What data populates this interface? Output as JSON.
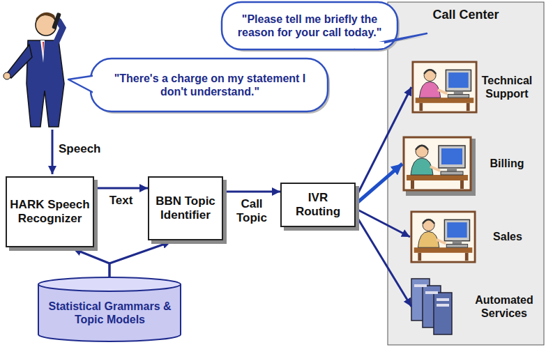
{
  "diagram": {
    "nodes": [
      {
        "text": [
          "\"Please tell me briefly the reason for your call today.\""
        ]
      },
      {
        "text": [
          "\"There's a charge on my statement I don't understand.\""
        ]
      },
      {
        "text": [
          "HARK Speech Recognizer"
        ]
      },
      {
        "text": [
          "BBN Topic Identifier"
        ]
      },
      {
        "text": [
          "IVR Routing"
        ]
      },
      {
        "text": [
          "Call Center"
        ]
      },
      {
        "text": [
          "Technical Support"
        ],
        "in": 5
      },
      {
        "text": [
          "Billing"
        ],
        "in": 5
      },
      {
        "text": [
          "Sales"
        ],
        "in": 5
      },
      {
        "text": [
          "Automated Services"
        ],
        "in": 5
      },
      {
        "text": [
          "Statistical Grammars & Topic Models"
        ]
      }
    ],
    "edges": [
      {
        "from": 2,
        "to": 3,
        "label": "Text",
        "arrow": "to"
      },
      {
        "from": 3,
        "to": 4,
        "label": "Call Topic",
        "arrow": "to"
      },
      {
        "from": 4,
        "to": 6,
        "arrow": "to"
      },
      {
        "from": 4,
        "to": 7,
        "arrow": "to"
      },
      {
        "from": 4,
        "to": 8,
        "arrow": "to"
      },
      {
        "from": 4,
        "to": 9,
        "arrow": "to"
      },
      {
        "from": 10,
        "to": 2,
        "arrow": "to"
      },
      {
        "from": 10,
        "to": 3,
        "arrow": "to"
      }
    ],
    "labels": [
      "Speech"
    ]
  }
}
